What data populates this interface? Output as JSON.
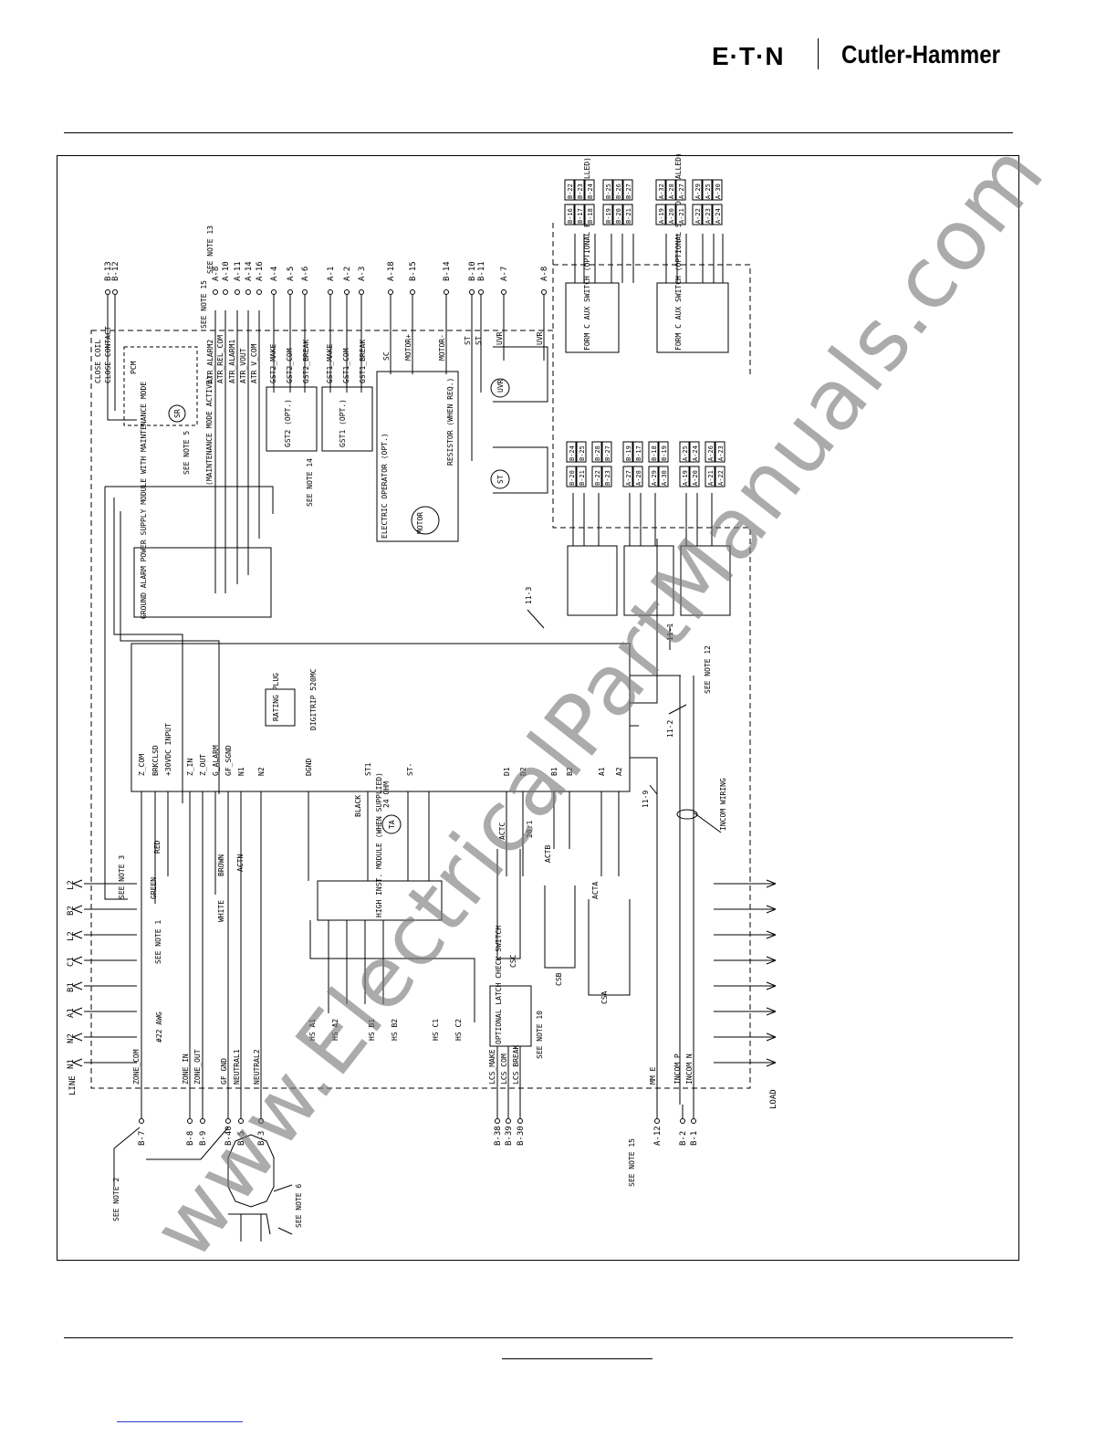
{
  "header": {
    "brand_left": "E·T·N",
    "brand_right": "Cutler-Hammer"
  },
  "diagram": {
    "side_labels": {
      "line": "LINE",
      "load": "LOAD"
    },
    "top_terminals": [
      "B-13",
      "B-12",
      "A-8",
      "A-10",
      "A-11",
      "A-14",
      "A-16",
      "A-4",
      "A-5",
      "A-6",
      "A-1",
      "A-2",
      "A-3",
      "A-18",
      "B-15",
      "B-14",
      "B-10",
      "B-11",
      "A-7",
      "A-8"
    ],
    "top_signals": [
      "CLOSE COIL",
      "CLOSE CONTACT",
      "ATR_ALARM2",
      "ATR_REL_COM",
      "ATR_ALARM1",
      "ATR_VOUT",
      "ATR V_COM",
      "GST2_MAKE",
      "GST2_COM",
      "GST2_BREAK",
      "GST1_MAKE",
      "GST1_COM",
      "GST1_BREAK",
      "SC",
      "MOTOR+",
      "MOTOR-",
      "ST",
      "ST",
      "UVR",
      "UVR"
    ],
    "bottom_terminals": [
      "B-7",
      "B-8",
      "B-9",
      "B-40",
      "B-5",
      "B-3",
      "B-38",
      "B-39",
      "B-30",
      "A-12",
      "B-2",
      "B-1"
    ],
    "bottom_signals": [
      "ZONE_COM",
      "ZONE_IN",
      "ZONE_OUT",
      "GF_GND",
      "NEUTRAL1",
      "NEUTRAL2",
      "LCS_MAKE",
      "LCS_COM",
      "LCS_BREAK",
      "MM_E",
      "INCOM P",
      "INCOM N"
    ],
    "line_phases": [
      "L2",
      "B2",
      "L2",
      "C1",
      "B1",
      "A1",
      "N2",
      "N1"
    ],
    "trip_unit": {
      "label": "DIGITRIP 520MC",
      "plug": "RATING PLUG"
    },
    "trip_unit_pins": [
      "Z_COM",
      "BRKCLSD",
      "+30VDC INPUT",
      "Z_IN",
      "Z_OUT",
      "G_ALARM",
      "GF_SGND",
      "N1",
      "N2",
      "DGND",
      "ST1",
      "ST-",
      "D1",
      "D2",
      "B1",
      "B2",
      "A1",
      "A2"
    ],
    "notes": [
      "SEE NOTE 13",
      "SEE NOTE 15",
      "SEE NOTE 14",
      "SEE NOTE 3",
      "SEE NOTE 1",
      "SEE NOTE 2",
      "SEE NOTE 6",
      "SEE NOTE 12",
      "SEE NOTE 10",
      "SEE NOTE 15",
      "INCOM WIRING",
      "SEE NOTE 5"
    ],
    "components": [
      "GROUND ALARM POWER SUPPLY MODULE WITH MAINTENANCE MODE",
      "HIGH INST. MODULE (WHEN SUPPLIED)",
      "ELECTRIC OPERATOR (OPT.)",
      "GST2 (OPT.)",
      "GST1 (OPT.)",
      "FORM C AUX SWITCH (OPTIONAL FIRST INSTALLED)",
      "FORM C AUX SWITCH (OPTIONAL SECOND INSTALLED)",
      "OPTIONAL LATCH CHECK SWITCH",
      "MOTOR",
      "PCM",
      "SR",
      "UVR",
      "ST",
      "TA"
    ],
    "sensors": [
      "HS A1",
      "HS A2",
      "HS B1",
      "HS B2",
      "HS C1",
      "HS C2",
      "ACTA",
      "ACTB",
      "ACTC",
      "ACTN",
      "CSA",
      "CSB",
      "CSC"
    ],
    "misc_text": [
      "24 OHM",
      "20:1",
      "BLACK",
      "WHITE",
      "BROWN",
      "RED",
      "GREEN",
      "#22 AWG",
      "(MAINTENANCE MODE ACTIVE)",
      "RESISTOR (WHEN REQ.)"
    ],
    "aux_groups": [
      [
        "B-22",
        "B-23",
        "B-24"
      ],
      [
        "B-25",
        "B-26",
        "B-27"
      ],
      [
        "A-32",
        "A-28",
        "A-27"
      ],
      [
        "A-29",
        "A-25",
        "A-30"
      ],
      [
        "B-16",
        "B-17",
        "B-18"
      ],
      [
        "B-19",
        "B-20",
        "B-21"
      ],
      [
        "A-19",
        "A-20",
        "A-21"
      ],
      [
        "A-22",
        "A-23",
        "A-24"
      ]
    ],
    "lower_aux_groups": [
      [
        "B-24",
        "B-25"
      ],
      [
        "B-28",
        "B-27"
      ],
      [
        "B-19",
        "B-17"
      ],
      [
        "B-18",
        "B-19"
      ],
      [
        "A-25",
        "A-24"
      ],
      [
        "A-26",
        "A-23"
      ],
      [
        "B-20",
        "B-21"
      ],
      [
        "B-22",
        "B-23"
      ],
      [
        "A-27",
        "A-28"
      ],
      [
        "A-29",
        "A-30"
      ],
      [
        "A-19",
        "A-20"
      ],
      [
        "A-21",
        "A-22"
      ]
    ],
    "wire_labels": [
      "11-3",
      "11-1",
      "11-2",
      "11-9"
    ]
  },
  "footer": {},
  "watermark": "www.ElectricalPartManuals.com"
}
